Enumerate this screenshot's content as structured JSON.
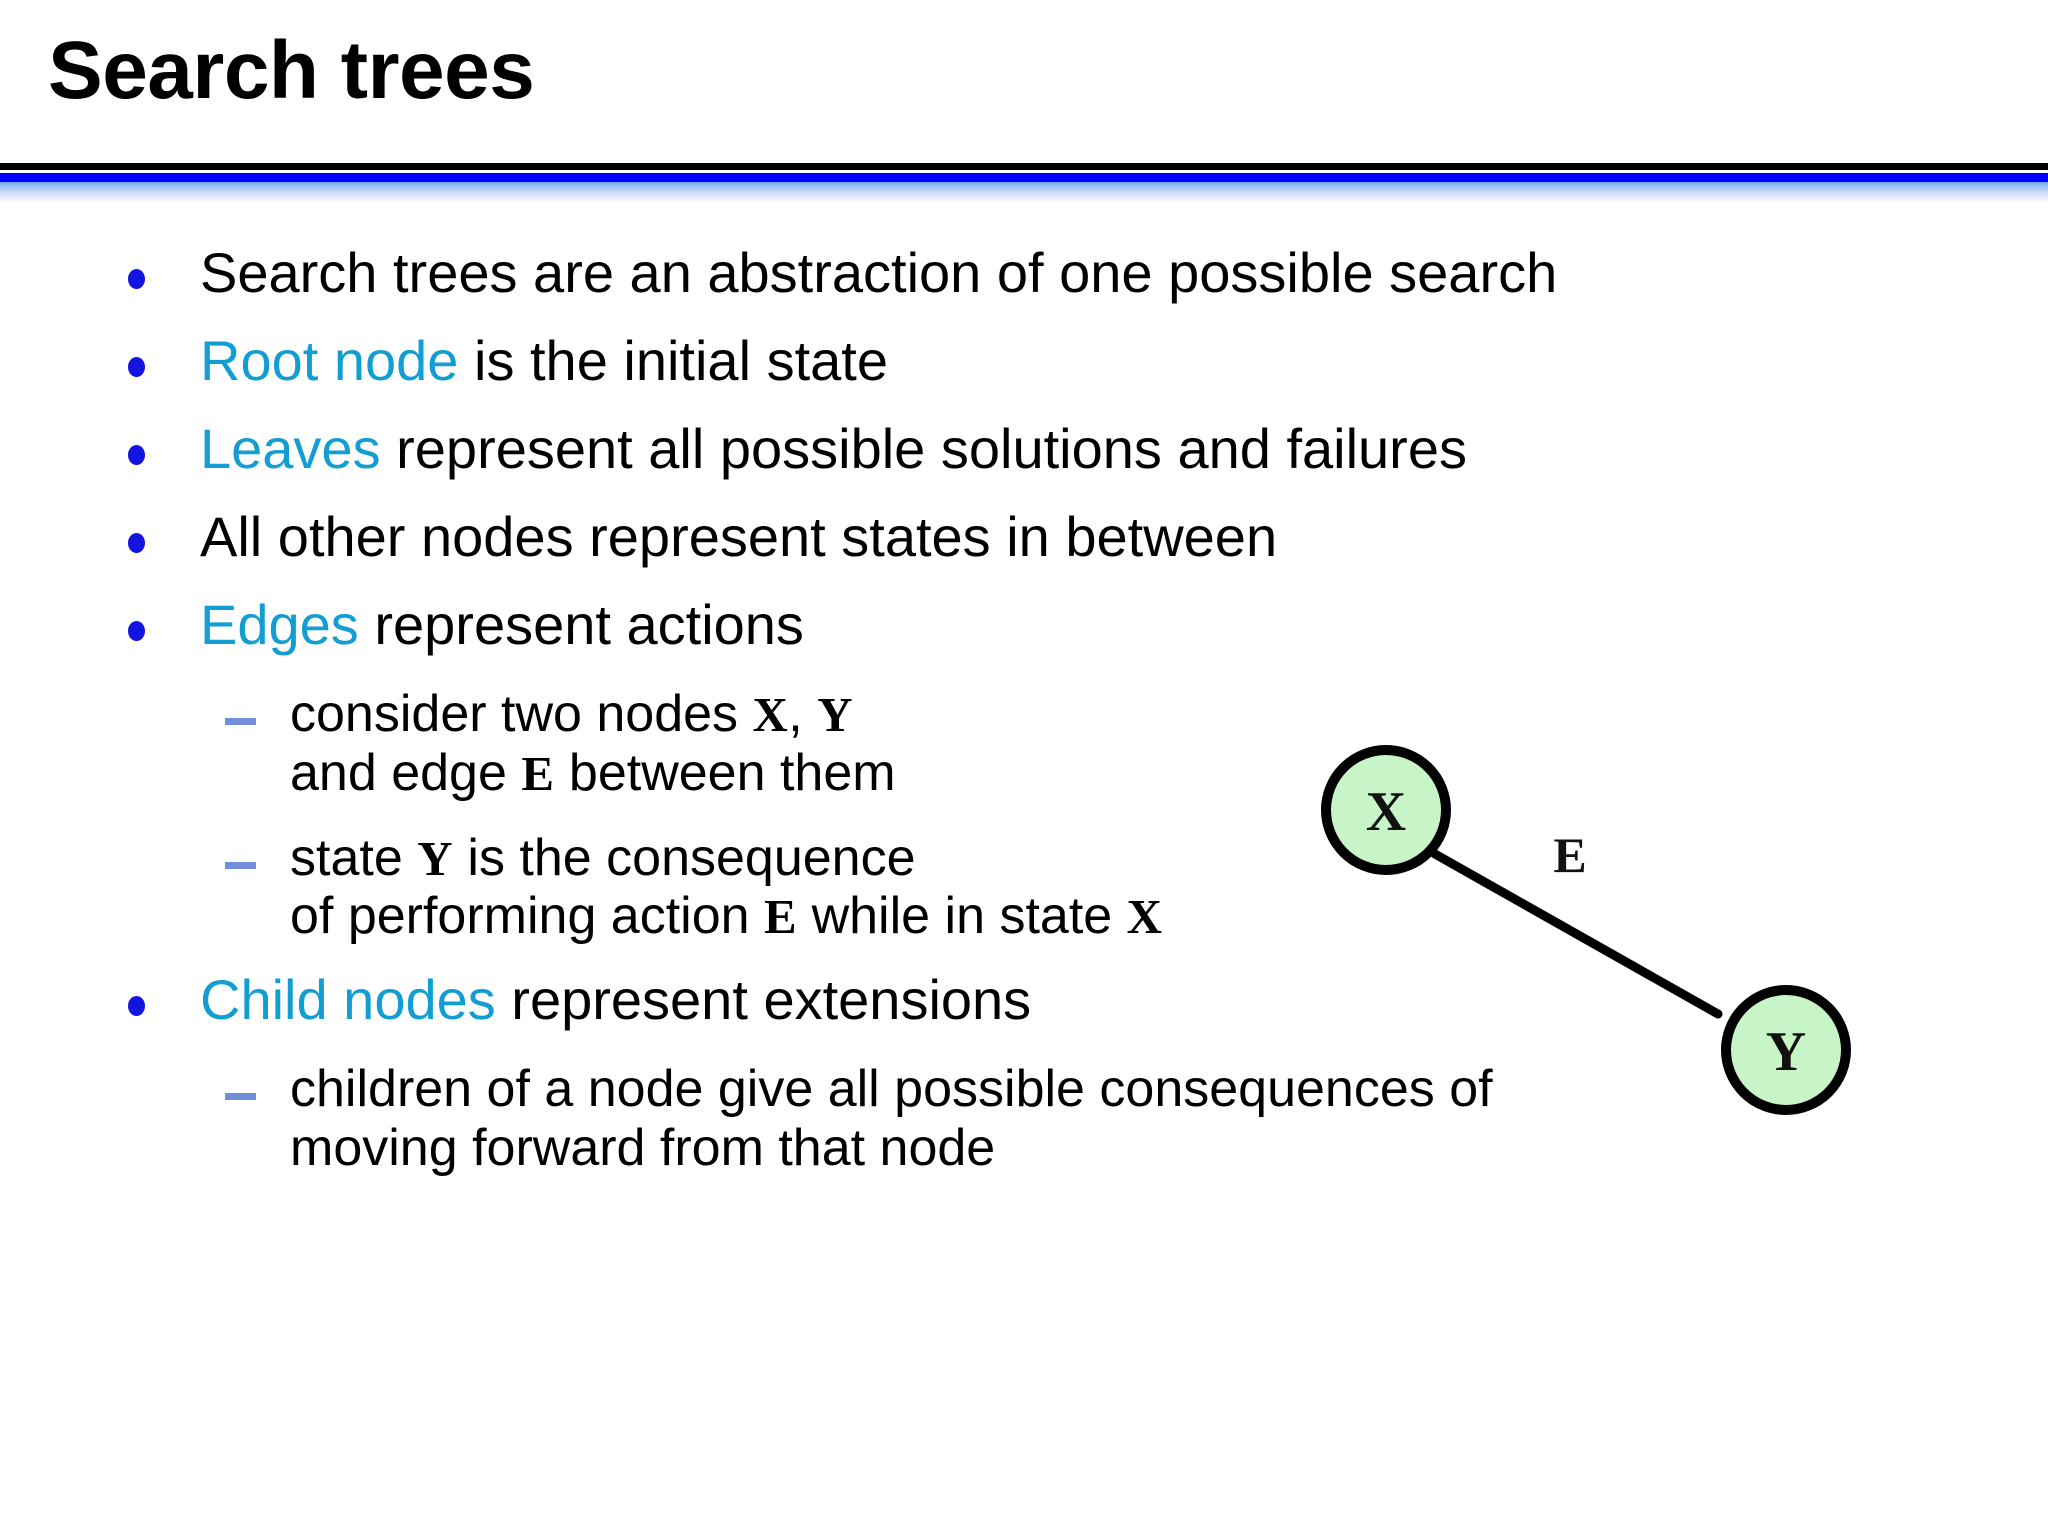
{
  "slide": {
    "title": "Search trees",
    "accent_color": "#129ed2",
    "bullet_color": "#1414e0",
    "dash_color": "#6f8fd8",
    "divider_black": "#000000",
    "divider_blue": "#0000ff",
    "background": "#ffffff"
  },
  "bullets": {
    "b1": {
      "text": "Search trees are an abstraction of one possible search"
    },
    "b2": {
      "accent": "Root node",
      "rest": " is the initial state"
    },
    "b3": {
      "accent": "Leaves",
      "rest": " represent all possible solutions and failures"
    },
    "b4": {
      "text": "All other nodes represent states in between"
    },
    "b5": {
      "accent": "Edges",
      "rest": " represent actions"
    },
    "s1": {
      "line1_a": "consider two nodes ",
      "line1_var1": "X",
      "line1_b": ", ",
      "line1_var2": "Y",
      "line2_a": "and edge ",
      "line2_var1": "E",
      "line2_b": " between them"
    },
    "s2": {
      "line1_a": "state ",
      "line1_var1": "Y",
      "line1_b": " is the consequence",
      "line2_a": "of performing action ",
      "line2_var1": "E",
      "line2_b": " while in state ",
      "line2_var2": "X"
    },
    "b6": {
      "accent": "Child nodes",
      "rest": " represent extensions"
    },
    "s3": {
      "line1": "children of a node give all possible consequences of",
      "line2": "moving forward from that node"
    }
  },
  "diagram": {
    "node_fill": "#c8f5c8",
    "node_stroke": "#000000",
    "edge_stroke": "#000000",
    "node_x_label": "X",
    "node_y_label": "Y",
    "edge_label": "E"
  }
}
